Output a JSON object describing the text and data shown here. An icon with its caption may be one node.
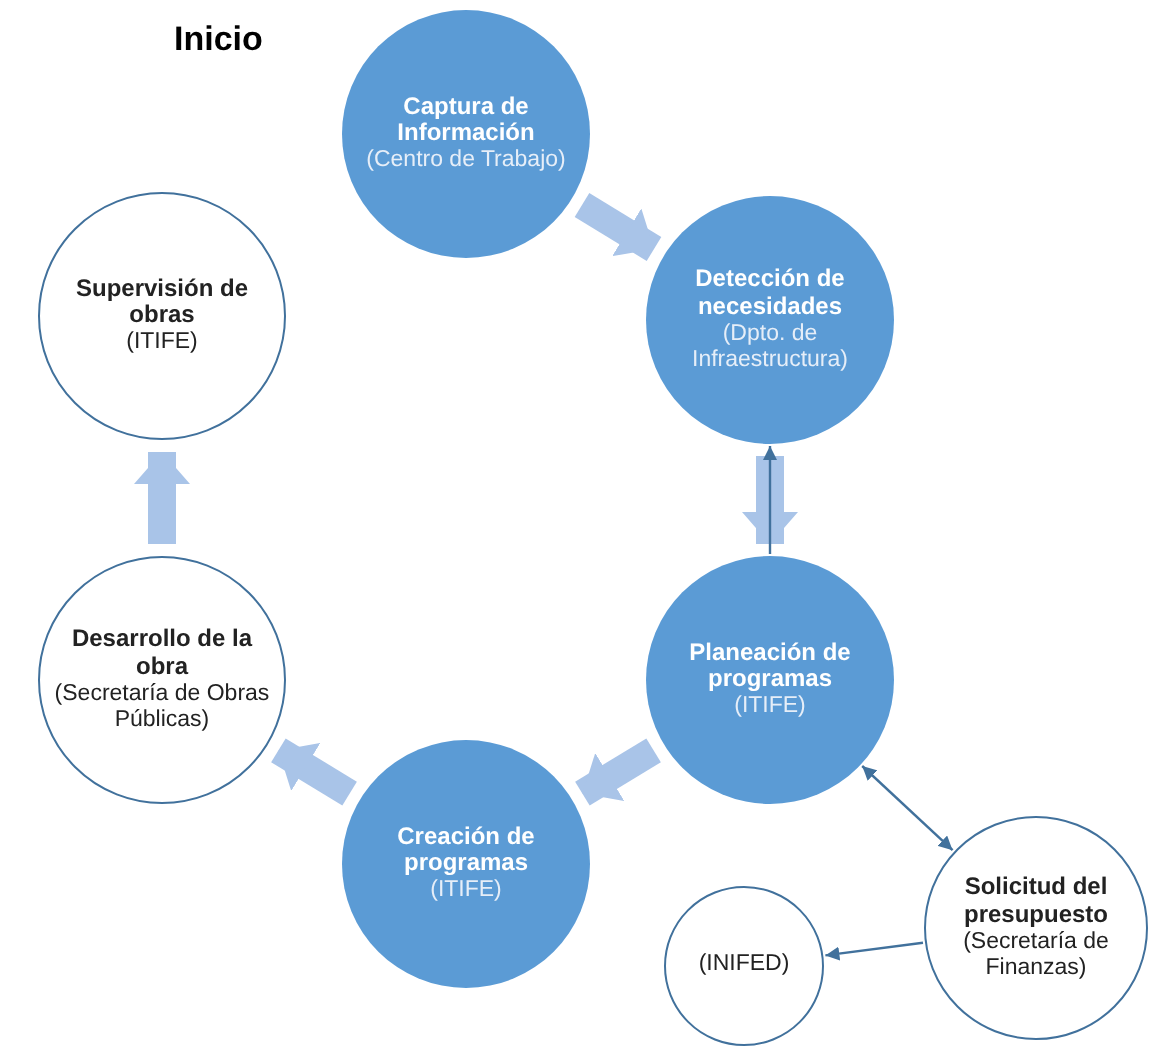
{
  "diagram": {
    "nodes": [
      {
        "text": [
          "Captura de Información",
          "(Centro de Trabajo)"
        ]
      },
      {
        "text": [
          "Detección de necesidades",
          "(Dpto. de Infraestructura)"
        ]
      },
      {
        "text": [
          "Supervisión de obras",
          "(ITIFE)"
        ]
      },
      {
        "text": [
          "Planeación de programas",
          "(ITIFE)"
        ]
      },
      {
        "text": [
          "Desarrollo de la obra",
          "(Secretaría de Obras Públicas)"
        ]
      },
      {
        "text": [
          "Creación de programas",
          "(ITIFE)"
        ]
      },
      {
        "text": [
          "Solicitud del presupuesto",
          "(Secretaría de Finanzas)"
        ]
      },
      {
        "text": [
          "(INIFED)"
        ]
      }
    ],
    "edges": [
      {
        "from": 0,
        "to": 1,
        "arrow": "to"
      },
      {
        "from": 1,
        "to": 3,
        "arrow": "to"
      },
      {
        "from": 3,
        "to": 1,
        "arrow": "to",
        "color": "#41719c"
      },
      {
        "from": 3,
        "to": 5,
        "arrow": "to"
      },
      {
        "from": 5,
        "to": 4,
        "arrow": "to"
      },
      {
        "from": 4,
        "to": 2,
        "arrow": "to"
      },
      {
        "from": 3,
        "to": 6,
        "arrow": "both",
        "color": "#41719c"
      },
      {
        "from": 6,
        "to": 7,
        "arrow": "to",
        "color": "#41719c"
      }
    ],
    "labels": [
      "Inicio"
    ]
  }
}
